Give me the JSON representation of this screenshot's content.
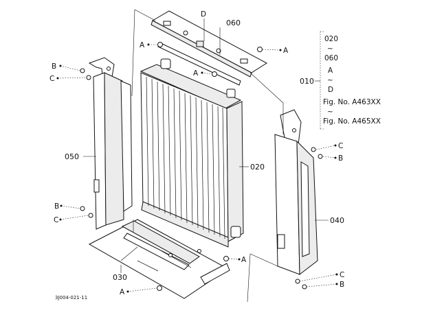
{
  "diagram": {
    "part_labels": {
      "p010": "010",
      "p020": "020",
      "p030": "030",
      "p040": "040",
      "p050": "050",
      "p060": "060"
    },
    "callouts": {
      "A": "A",
      "B": "B",
      "C": "C",
      "D": "D"
    },
    "range_note": {
      "lines": [
        "020",
        "~",
        "060",
        "A",
        "~",
        "D",
        "Fig. No. A463XX",
        "~",
        "Fig. No. A465XX"
      ]
    },
    "figure_id": "3J004-021-11"
  }
}
